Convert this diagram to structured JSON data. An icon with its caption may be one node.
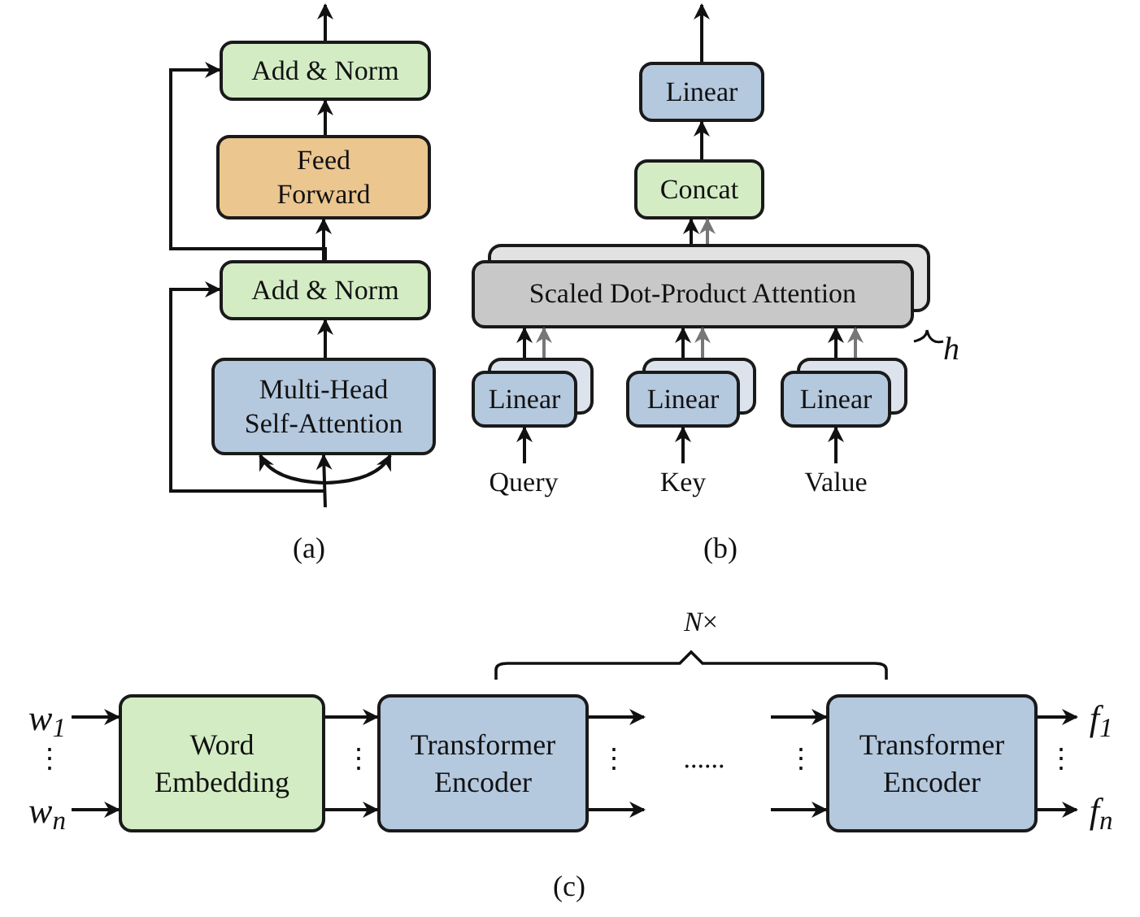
{
  "diagram": {
    "nodes": [
      {
        "text": [
          "Add & Norm"
        ]
      },
      {
        "text": [
          "Feed Forward"
        ]
      },
      {
        "text": [
          "Add & Norm"
        ]
      },
      {
        "text": [
          "Multi-Head Self-Attention"
        ]
      },
      {
        "text": [
          "Linear"
        ]
      },
      {
        "text": [
          "Concat"
        ]
      },
      {
        "text": [
          "Scaled Dot-Product Attention"
        ]
      },
      {
        "text": [
          "Linear"
        ]
      },
      {
        "text": [
          "Linear"
        ]
      },
      {
        "text": [
          "Linear"
        ]
      },
      {
        "text": [
          "Query"
        ]
      },
      {
        "text": [
          "Key"
        ]
      },
      {
        "text": [
          "Value"
        ]
      },
      {
        "text": [
          "w$_{1}$"
        ]
      },
      {
        "text": [
          "w$_{n}$"
        ]
      },
      {
        "text": [
          "Word Embedding"
        ]
      },
      {
        "text": [
          "Transformer Encoder"
        ]
      },
      {
        "text": [
          "Transformer Encoder"
        ]
      },
      {
        "text": [
          "f$_{1}$"
        ]
      },
      {
        "text": [
          "f$_{n}$"
        ]
      }
    ],
    "edges": [
      {
        "from": null,
        "to": 3,
        "arrow": "to"
      },
      {
        "from": null,
        "to": 3,
        "arrow": "to"
      },
      {
        "from": null,
        "to": 3,
        "arrow": "to"
      },
      {
        "from": null,
        "to": 2,
        "arrow": "to"
      },
      {
        "from": 3,
        "to": 2,
        "arrow": "to"
      },
      {
        "from": 2,
        "to": 1,
        "arrow": "to"
      },
      {
        "from": 2,
        "to": 0,
        "arrow": "to"
      },
      {
        "from": 1,
        "to": 0,
        "arrow": "to"
      },
      {
        "from": 0,
        "to": null,
        "arrow": "to"
      },
      {
        "from": 4,
        "to": null,
        "arrow": "to"
      },
      {
        "from": 5,
        "to": 4,
        "arrow": "to"
      },
      {
        "from": 6,
        "to": 5,
        "arrow": "to"
      },
      {
        "from": 6,
        "to": 5,
        "arrow": "to",
        "color": "#777777"
      },
      {
        "from": 7,
        "to": 6,
        "arrow": "to"
      },
      {
        "from": 7,
        "to": 6,
        "arrow": "to",
        "color": "#777777"
      },
      {
        "from": 8,
        "to": 6,
        "arrow": "to"
      },
      {
        "from": 8,
        "to": 6,
        "arrow": "to",
        "color": "#777777"
      },
      {
        "from": 9,
        "to": 6,
        "arrow": "to"
      },
      {
        "from": 9,
        "to": 6,
        "arrow": "to",
        "color": "#777777"
      },
      {
        "from": 10,
        "to": 7,
        "arrow": "to"
      },
      {
        "from": 11,
        "to": 8,
        "arrow": "to"
      },
      {
        "from": 12,
        "to": 9,
        "arrow": "to"
      },
      {
        "from": 13,
        "to": 15,
        "arrow": "to"
      },
      {
        "from": 14,
        "to": 15,
        "arrow": "to"
      },
      {
        "from": 15,
        "to": 16,
        "arrow": "to"
      },
      {
        "from": 15,
        "to": 16,
        "arrow": "to"
      },
      {
        "from": 16,
        "to": null,
        "arrow": "to"
      },
      {
        "from": 16,
        "to": null,
        "arrow": "to"
      },
      {
        "from": null,
        "to": 17,
        "arrow": "to"
      },
      {
        "from": null,
        "to": 17,
        "arrow": "to"
      },
      {
        "from": 17,
        "to": 18,
        "arrow": "to"
      },
      {
        "from": 17,
        "to": 19,
        "arrow": "to"
      }
    ],
    "labels": [
      "h",
      "(a)",
      "(b)",
      "*N*×",
      "⋮",
      "⋮",
      "⋮",
      "......",
      "⋮",
      "⋮",
      "(c)"
    ]
  }
}
